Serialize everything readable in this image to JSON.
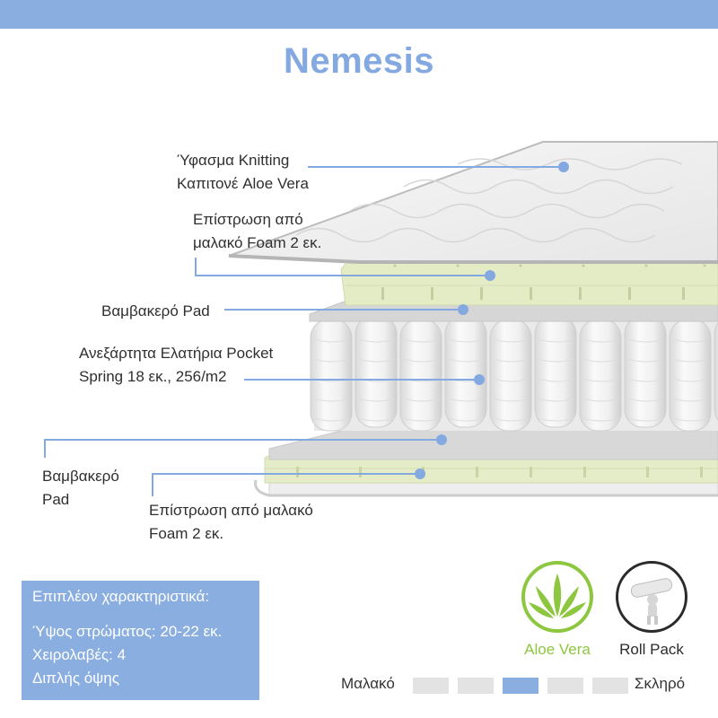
{
  "title": "Nemesis",
  "layers": [
    {
      "lines": [
        "Ύφασμα Knitting",
        "Καπιτονέ Aloe Vera"
      ]
    },
    {
      "lines": [
        "Επίστρωση από",
        "μαλακό Foam 2 εκ."
      ]
    },
    {
      "lines": [
        "Βαμβακερό Pad"
      ]
    },
    {
      "lines": [
        "Ανεξάρτητα Ελατήρια Pocket",
        "Spring 18 εκ., 256/m2"
      ]
    },
    {
      "lines": [
        "Βαμβακερό",
        "Pad"
      ]
    },
    {
      "lines": [
        "Επίστρωση από μαλακό",
        "Foam 2 εκ."
      ]
    }
  ],
  "features": {
    "header": "Επιπλέον χαρακτηριστικά:",
    "items": [
      "Ύψος στρώματος: 20-22 εκ.",
      "Χειρολαβές: 4",
      "Διπλής όψης"
    ]
  },
  "badges": {
    "aloe_label": "Aloe Vera",
    "roll_label": "Roll Pack",
    "aloe_icon": "aloe-leaf-icon",
    "roll_icon": "person-carrying-roll-icon"
  },
  "firmness": {
    "soft_label": "Μαλακό",
    "hard_label": "Σκληρό",
    "levels": 5,
    "selected": 3
  },
  "colors": {
    "accent": "#8aaee0",
    "title": "#84a9e0",
    "aloe_green": "#8dc63f",
    "foam": "#e4ecc6",
    "segment_off": "#e3e3e3"
  }
}
